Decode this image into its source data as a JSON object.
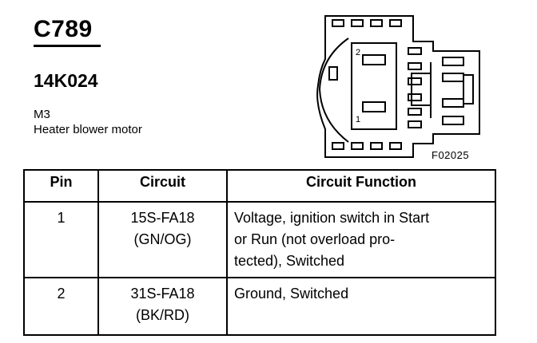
{
  "header": {
    "connector_id": "C789",
    "part_number": "14K024",
    "location_code": "M3",
    "component": "Heater blower motor"
  },
  "diagram": {
    "figure_code": "F02025",
    "pin_labels": [
      "2",
      "1"
    ]
  },
  "table": {
    "headers": [
      "Pin",
      "Circuit",
      "Circuit Function"
    ],
    "rows": [
      {
        "pin": "1",
        "circuit": [
          "15S-FA18",
          "(GN/OG)"
        ],
        "function": [
          "Voltage, ignition switch in Start",
          "or Run (not overload pro-",
          "tected), Switched"
        ]
      },
      {
        "pin": "2",
        "circuit": [
          "31S-FA18",
          "(BK/RD)"
        ],
        "function": [
          "Ground, Switched"
        ]
      }
    ]
  }
}
